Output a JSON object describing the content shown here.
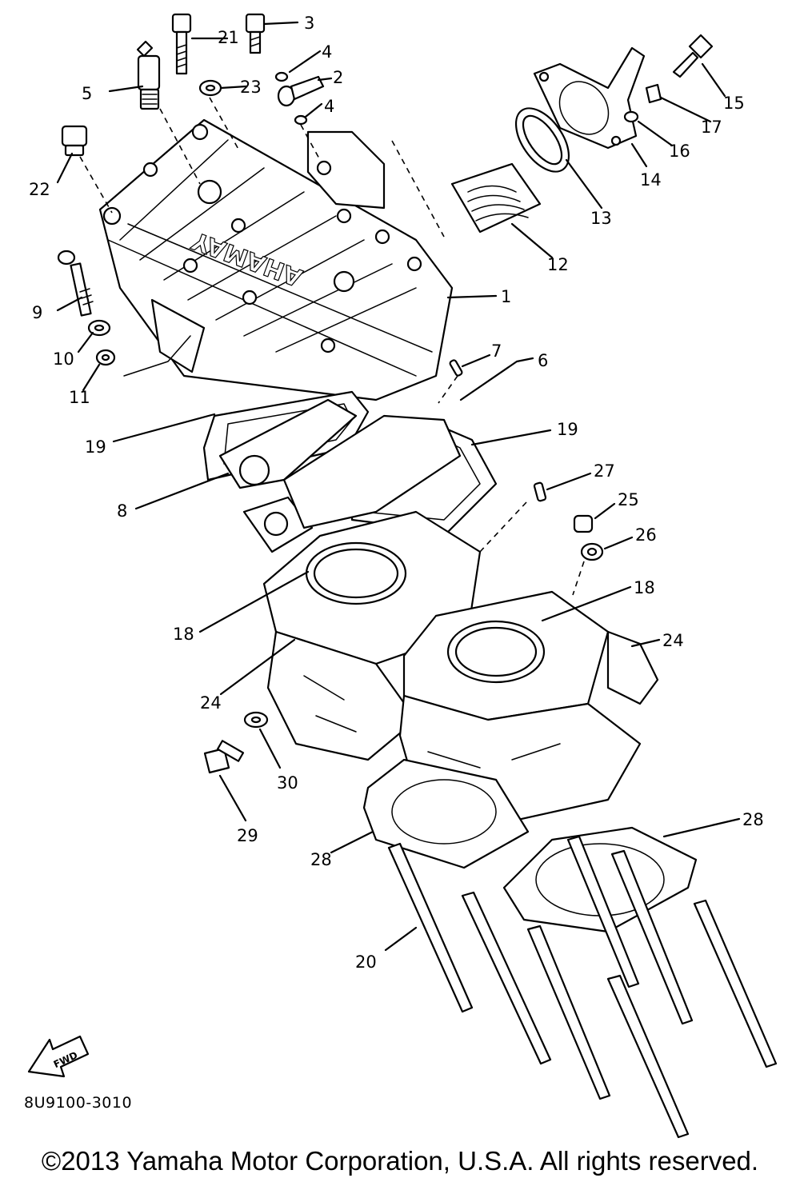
{
  "diagram": {
    "part_numbers": [
      "1",
      "2",
      "3",
      "4",
      "4",
      "5",
      "6",
      "7",
      "8",
      "9",
      "10",
      "11",
      "12",
      "13",
      "14",
      "15",
      "16",
      "17",
      "18",
      "18",
      "19",
      "19",
      "20",
      "21",
      "22",
      "23",
      "24",
      "24",
      "25",
      "26",
      "27",
      "28",
      "28",
      "29",
      "30"
    ],
    "casting_text": "YAMAHA",
    "arrow_label": "FWD",
    "drawing_code": "8U9100-3010"
  },
  "footer": {
    "copyright": "©2013 Yamaha Motor Corporation, U.S.A. All rights reserved."
  }
}
